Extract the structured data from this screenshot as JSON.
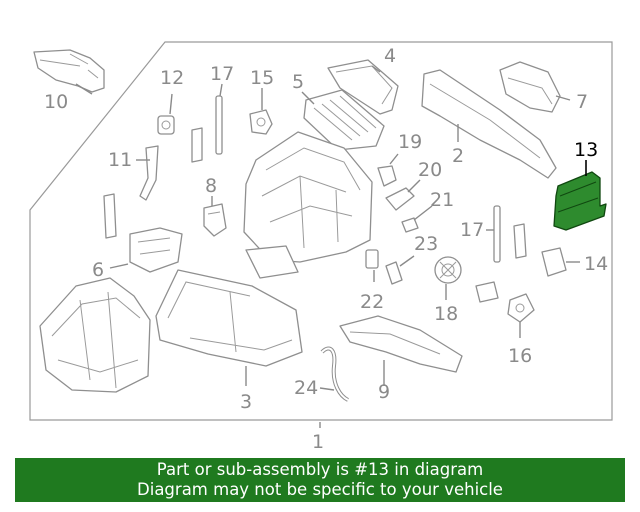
{
  "diagram": {
    "callouts": [
      {
        "id": "1",
        "label": "1"
      },
      {
        "id": "2",
        "label": "2"
      },
      {
        "id": "3",
        "label": "3"
      },
      {
        "id": "4",
        "label": "4"
      },
      {
        "id": "5",
        "label": "5"
      },
      {
        "id": "6",
        "label": "6"
      },
      {
        "id": "7",
        "label": "7"
      },
      {
        "id": "8",
        "label": "8"
      },
      {
        "id": "9",
        "label": "9"
      },
      {
        "id": "10",
        "label": "10"
      },
      {
        "id": "11",
        "label": "11"
      },
      {
        "id": "12",
        "label": "12"
      },
      {
        "id": "13",
        "label": "13"
      },
      {
        "id": "14",
        "label": "14"
      },
      {
        "id": "15",
        "label": "15"
      },
      {
        "id": "16",
        "label": "16"
      },
      {
        "id": "17a",
        "label": "17"
      },
      {
        "id": "17b",
        "label": "17"
      },
      {
        "id": "18",
        "label": "18"
      },
      {
        "id": "19",
        "label": "19"
      },
      {
        "id": "20",
        "label": "20"
      },
      {
        "id": "21",
        "label": "21"
      },
      {
        "id": "22",
        "label": "22"
      },
      {
        "id": "23",
        "label": "23"
      },
      {
        "id": "24",
        "label": "24"
      }
    ],
    "highlighted_part": "13",
    "highlight_color": "#2e8b2e"
  },
  "footer": {
    "line1": "Part or sub-assembly is #13 in diagram",
    "line2": "Diagram may not be specific to your vehicle",
    "background": "#1f7a1f"
  }
}
